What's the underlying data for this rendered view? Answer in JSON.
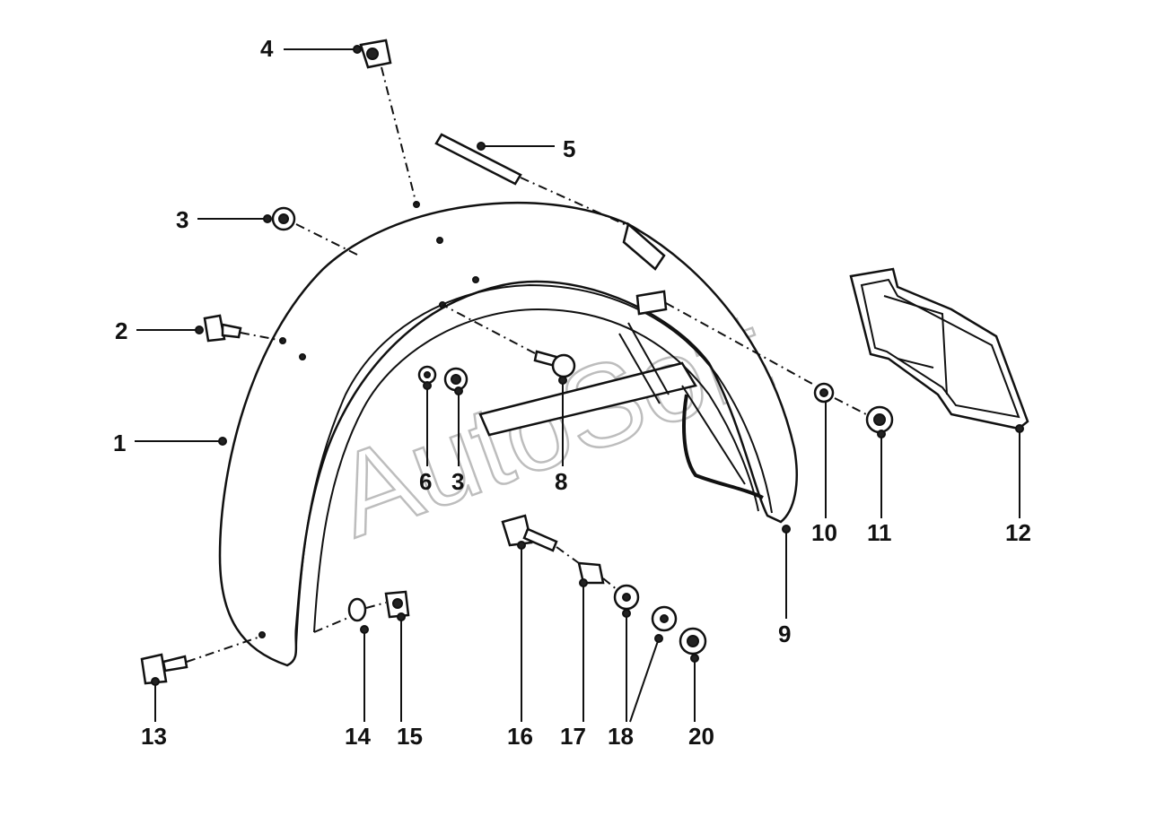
{
  "watermark": "AutoSoft",
  "callouts": [
    "4",
    "5",
    "3",
    "2",
    "1",
    "6",
    "3",
    "8",
    "10",
    "11",
    "12",
    "9",
    "13",
    "14",
    "15",
    "16",
    "17",
    "18",
    "20"
  ]
}
